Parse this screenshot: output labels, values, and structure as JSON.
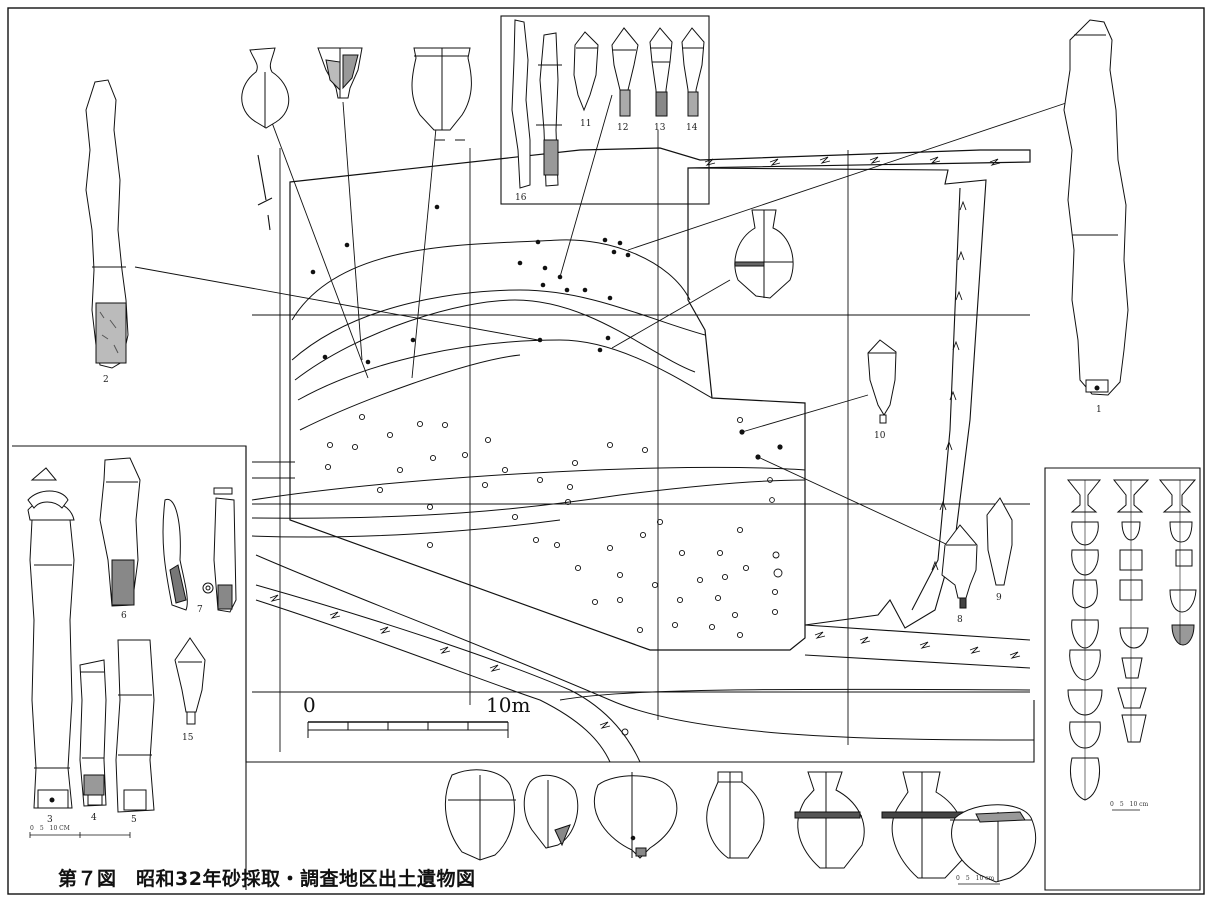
{
  "caption": "第７図　昭和32年砂採取・調査地区出土遺物図",
  "scale_bar": {
    "start_label": "0",
    "end_label": "10m"
  },
  "artifact_numbers": [
    "1",
    "2",
    "3",
    "4",
    "5",
    "6",
    "7",
    "8",
    "9",
    "10",
    "11",
    "12",
    "13",
    "14",
    "15",
    "16"
  ],
  "small_scales": [
    "0　5　10 CM",
    "0　5　10 cm",
    "0　5　10 cm"
  ]
}
